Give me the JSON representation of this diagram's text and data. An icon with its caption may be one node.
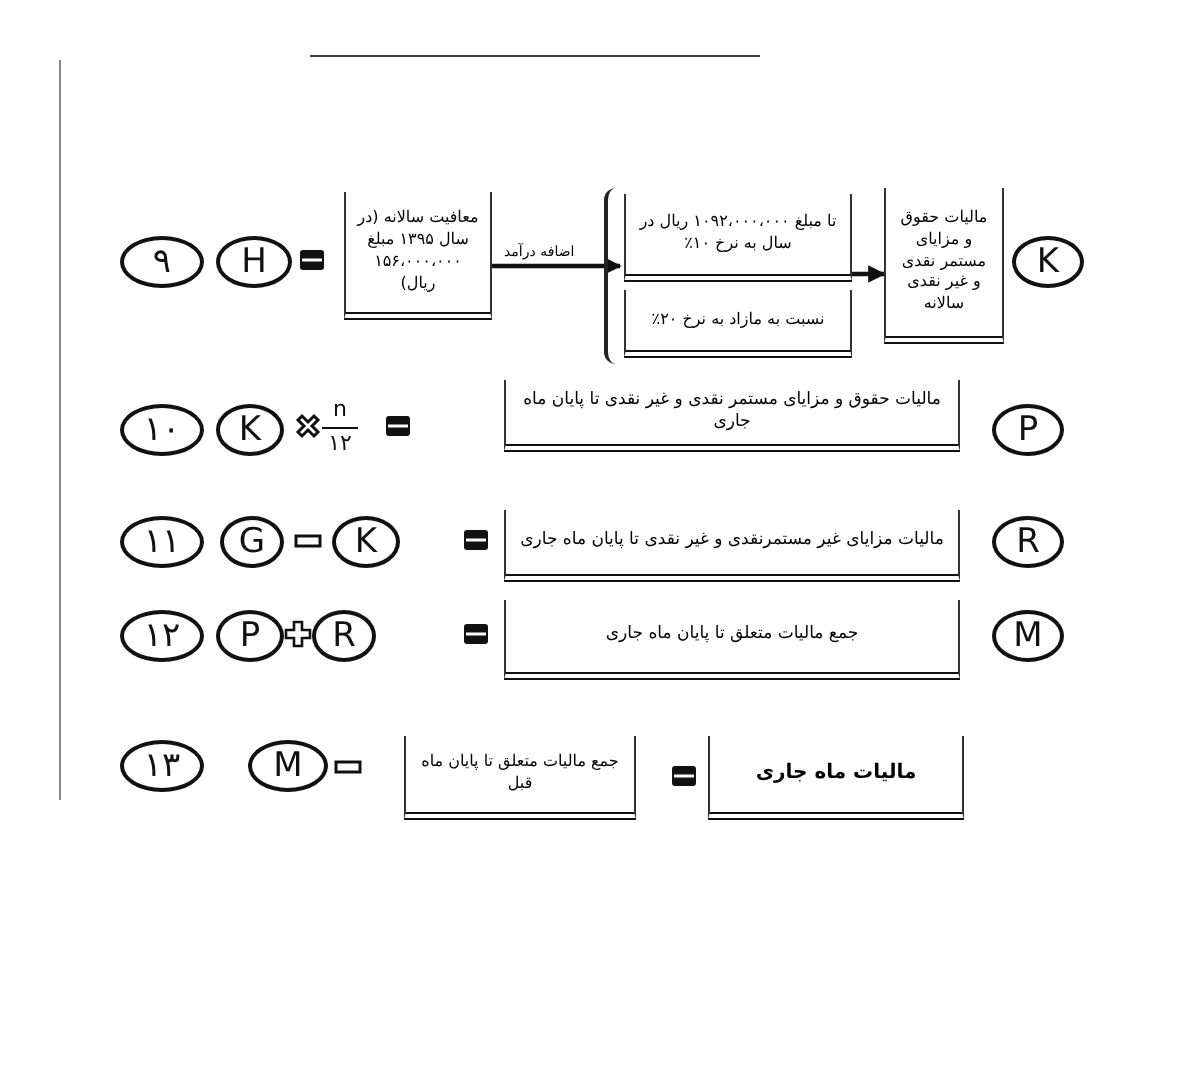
{
  "diagram": {
    "nodes": [
      {
        "text": [
          "۹"
        ]
      },
      {
        "text": [
          "H"
        ]
      },
      {
        "text": [
          "معافیت سالانه (در سال ۱۳۹۵ مبلغ ۱۵۶،۰۰۰،۰۰۰ ریال)"
        ]
      },
      {
        "text": [],
        "shape": "bracket"
      },
      {
        "text": [
          "تا مبلغ ۱۰۹۲،۰۰۰،۰۰۰ ریال در سال به نرخ ۱۰٪"
        ],
        "in": 3
      },
      {
        "text": [
          "نسبت به مازاد به نرخ ۲۰٪"
        ],
        "in": 3
      },
      {
        "text": [
          "مالیات حقوق و مزایای مستمر نقدی و غیر نقدی سالانه"
        ]
      },
      {
        "text": [
          "K"
        ]
      },
      {
        "text": [
          "۱۰"
        ]
      },
      {
        "text": [
          "K"
        ]
      },
      {
        "text": [
          "مالیات حقوق و مزایای مستمر نقدی و غیر نقدی تا پایان ماه جاری"
        ]
      },
      {
        "text": [
          "P"
        ]
      },
      {
        "text": [
          "۱۱"
        ]
      },
      {
        "text": [
          "G"
        ]
      },
      {
        "text": [
          "K"
        ]
      },
      {
        "text": [
          "مالیات مزایای غیر مستمرنقدی و غیر نقدی تا پایان ماه جاری"
        ]
      },
      {
        "text": [
          "R"
        ]
      },
      {
        "text": [
          "۱۲"
        ]
      },
      {
        "text": [
          "P"
        ]
      },
      {
        "text": [
          "R"
        ]
      },
      {
        "text": [
          "جمع مالیات متعلق تا پایان ماه جاری"
        ]
      },
      {
        "text": [
          "M"
        ]
      },
      {
        "text": [
          "۱۳"
        ]
      },
      {
        "text": [
          "M"
        ]
      },
      {
        "text": [
          "جمع مالیات متعلق تا پایان ماه قبل"
        ]
      },
      {
        "text": [
          "مالیات ماه جاری"
        ]
      }
    ],
    "edges": [
      {
        "from": 2,
        "to": 3,
        "arrow": "to",
        "label": "اضافه درآمد"
      },
      {
        "from": 3,
        "to": 6,
        "arrow": "to"
      }
    ],
    "labels": [
      "n",
      "۱۲"
    ]
  }
}
